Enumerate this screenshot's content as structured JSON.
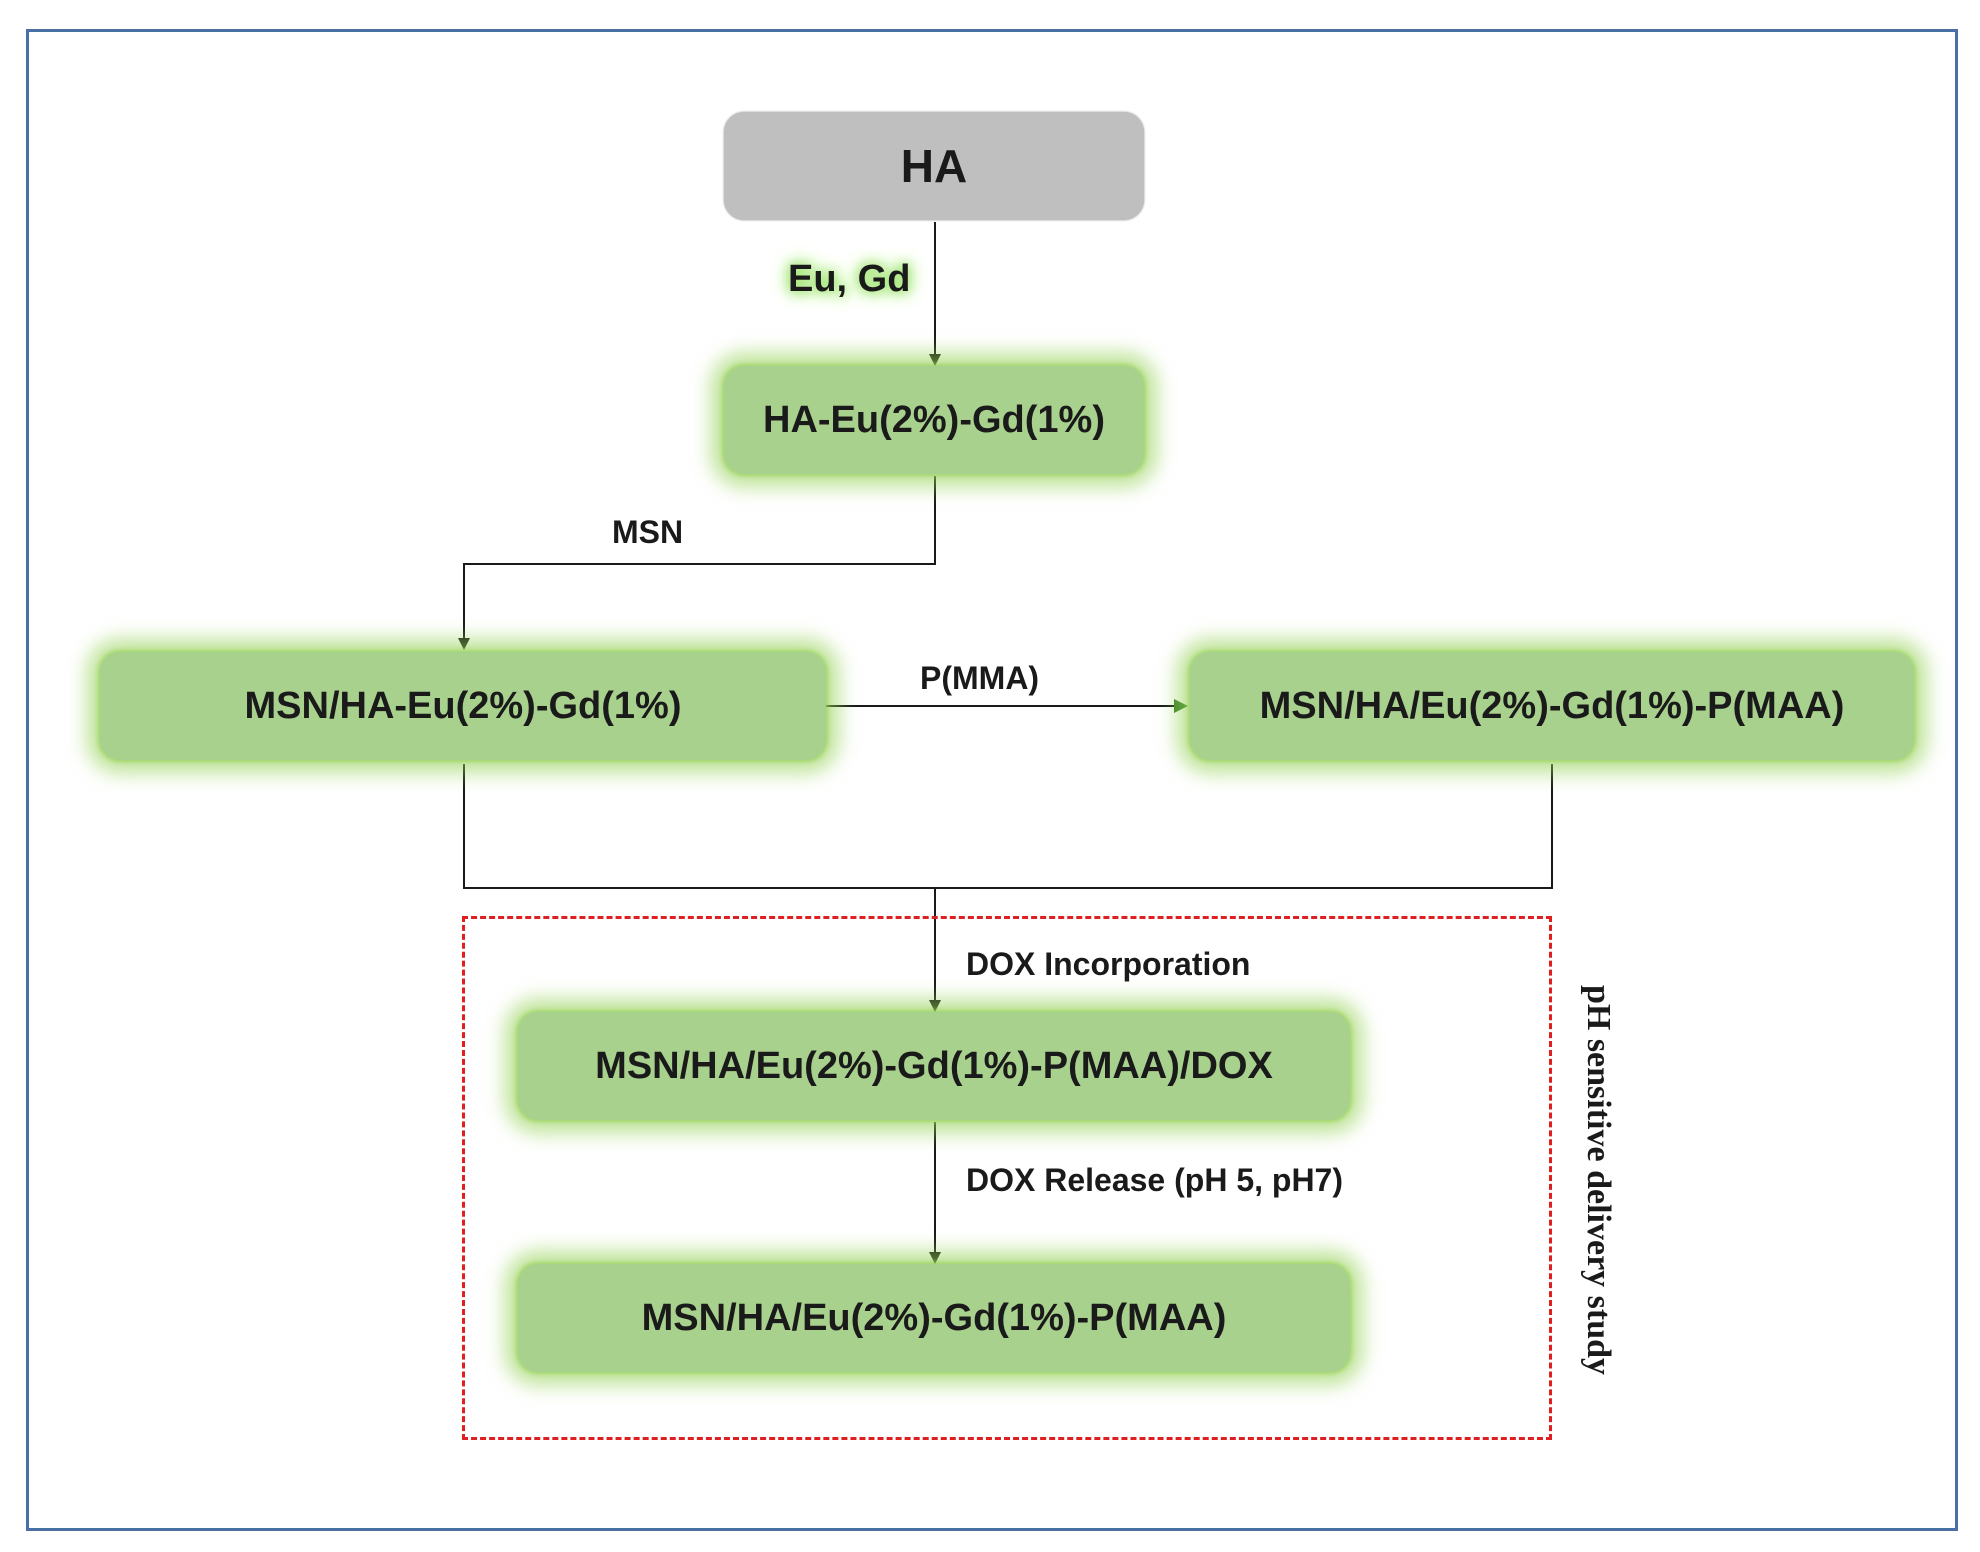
{
  "diagram": {
    "nodes": {
      "ha": "HA",
      "ha_eu_gd": "HA-Eu(2%)-Gd(1%)",
      "msn_ha_eu_gd": "MSN/HA-Eu(2%)-Gd(1%)",
      "msn_ha_eu_gd_pmaa_right": "MSN/HA/Eu(2%)-Gd(1%)-P(MAA)",
      "msn_ha_eu_gd_pmaa_dox": "MSN/HA/Eu(2%)-Gd(1%)-P(MAA)/DOX",
      "msn_ha_eu_gd_pmaa_bottom": "MSN/HA/Eu(2%)-Gd(1%)-P(MAA)"
    },
    "edge_labels": {
      "eu_gd": "Eu, Gd",
      "msn": "MSN",
      "pmma": "P(MMA)",
      "dox_incorporation": "DOX Incorporation",
      "dox_release": "DOX Release (pH 5, pH7)"
    },
    "side_label": "pH sensitive delivery study",
    "colors": {
      "frame": "#4a6fa5",
      "node_gray": "#bfbfbf",
      "node_green": "#a9d18e",
      "glow": "#92d050",
      "dashed_box": "#e02020",
      "arrow_green": "#3a7d2c"
    }
  }
}
